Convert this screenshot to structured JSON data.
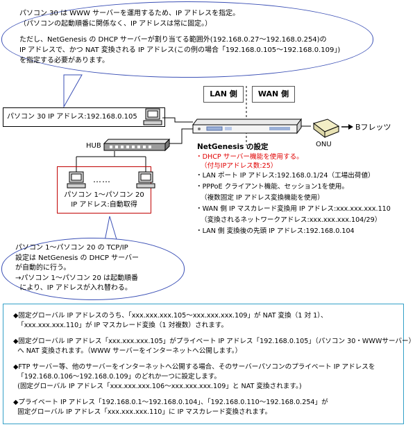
{
  "top_bubble": {
    "lines": [
      "パソコン 30 は WWW サーバーを運用するため、IP アドレスを指定。",
      "（パソコンの起動順番に関係なく、IP アドレスは常に固定。）",
      "ただし、NetGenesis の DHCP サーバーが割り当てる範囲外(192.168.0.27～192.168.0.254)の",
      "IP アドレスで、かつ NAT 変換される IP アドレス(この例の場合「192.168.0.105～192.168.0.109」)",
      "を指定する必要があります。"
    ]
  },
  "lan_label": "LAN 側",
  "wan_label": "WAN 側",
  "pc30_label": "パソコン 30  IP アドレス:192.168.0.105",
  "hub_label": "HUB",
  "onu_label": "ONU",
  "bflets_label": "Bフレッツ",
  "pc_group": {
    "dots": "……",
    "line1": "パソコン 1～パソコン 20",
    "line2": "IP アドレス:自動取得"
  },
  "settings": {
    "title": "NetGenesis の設定",
    "items": [
      {
        "text": "・DHCP サーバー機能を使用する。",
        "color": "red"
      },
      {
        "text": "（付与IPアドレス数:25）",
        "color": "red"
      },
      {
        "text": "・LAN ポート IP アドレス:192.168.0.1/24（工場出荷値）",
        "color": "black"
      },
      {
        "text": "・PPPoE クライアント機能、セッション1を使用。",
        "color": "black"
      },
      {
        "text": "（複数固定 IP アドレス変換機能を使用）",
        "color": "black"
      },
      {
        "text": "・WAN 側 IP マスカレード変換用 IP アドレス:xxx.xxx.xxx.110",
        "color": "black"
      },
      {
        "text": "（変換されるネットワークアドレス:xxx.xxx.xxx.104/29）",
        "color": "black"
      },
      {
        "text": "・LAN 側 変換後の先頭 IP アドレス:192.168.0.104",
        "color": "black"
      }
    ]
  },
  "bottom_bubble": {
    "lines": [
      "パソコン 1～パソコン 20 の TCP/IP",
      "設定は NetGenesis の DHCP サーバー",
      "が自動的に行う。",
      "→パソコン 1～パソコン 20 は起動順番",
      "  により、IP アドレスが入れ替わる。"
    ]
  },
  "notes": [
    {
      "lines": [
        "◆固定グローバル IP アドレスのうち、「xxx.xxx.xxx.105～xxx.xxx.xxx.109」が NAT 変換（1 対 1）、",
        "  「xxx.xxx.xxx.110」が IP マスカレード変換（1 対複数）されます。"
      ]
    },
    {
      "lines": [
        "◆固定グローバル IP アドレス「xxx.xxx.xxx.105」がプライベート IP アドレス「192.168.0.105」（パソコン 30・WWWサーバー）",
        "  へ NAT 変換されます。（WWW サーバーをインターネットへ公開します。）"
      ]
    },
    {
      "lines": [
        "◆FTP サーバー等、他のサーバーをインターネットへ公開する場合、そのサーバーパソコンのプライベート IP アドレスを",
        "  「192.168.0.106～192.168.0.109」のどれか一つに設定します。",
        "  (固定グローバル IP アドレス「xxx.xxx.xxx.106～xxx.xxx.xxx.109」と NAT 変換されます。)"
      ]
    },
    {
      "lines": [
        "◆プライベート IP アドレス「192.168.0.1～192.168.0.104」、「192.168.0.110～192.168.0.254」が",
        "  固定グローバル IP アドレス「xxx.xxx.xxx.110」に IP マスカレード変換されます。"
      ]
    }
  ]
}
